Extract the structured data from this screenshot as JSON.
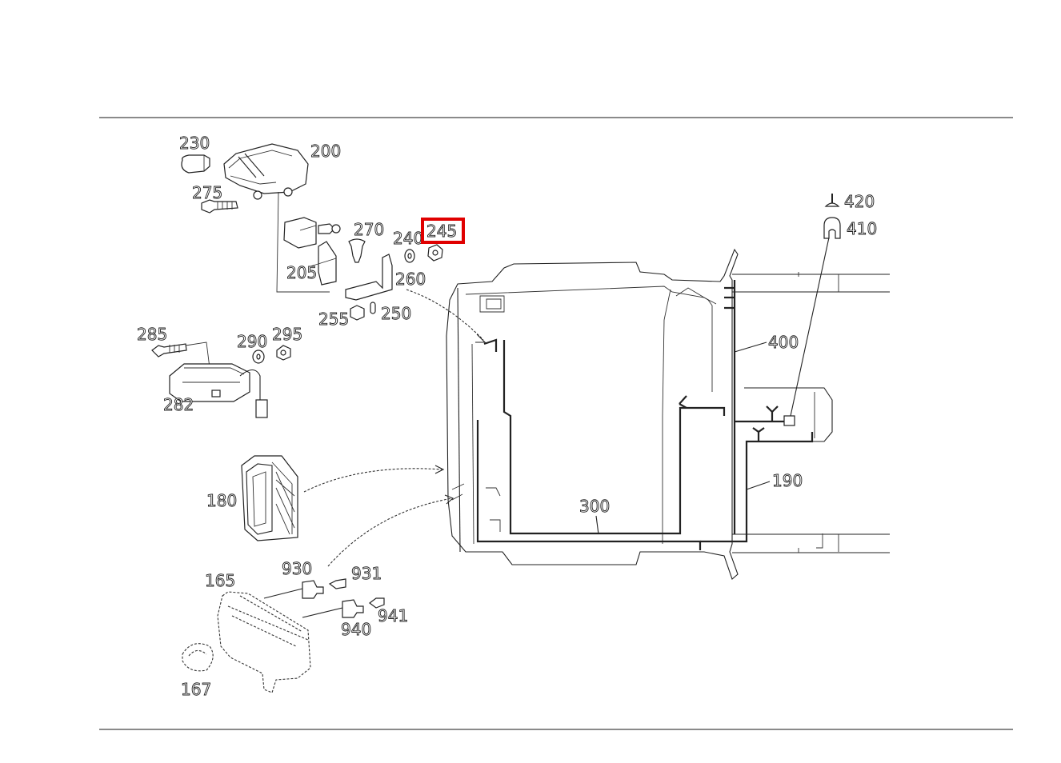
{
  "diagram": {
    "highlight_color": "#e00000",
    "callouts": {
      "c230": "230",
      "c200": "200",
      "c275": "275",
      "c270": "270",
      "c240": "240",
      "c245": "245",
      "c205": "205",
      "c260": "260",
      "c255": "255",
      "c250": "250",
      "c285": "285",
      "c290": "290",
      "c295": "295",
      "c282": "282",
      "c180": "180",
      "c930": "930",
      "c931": "931",
      "c165": "165",
      "c940": "940",
      "c941": "941",
      "c167": "167",
      "c420": "420",
      "c410": "410",
      "c400": "400",
      "c190": "190",
      "c300": "300"
    },
    "highlighted_callout": "245"
  }
}
